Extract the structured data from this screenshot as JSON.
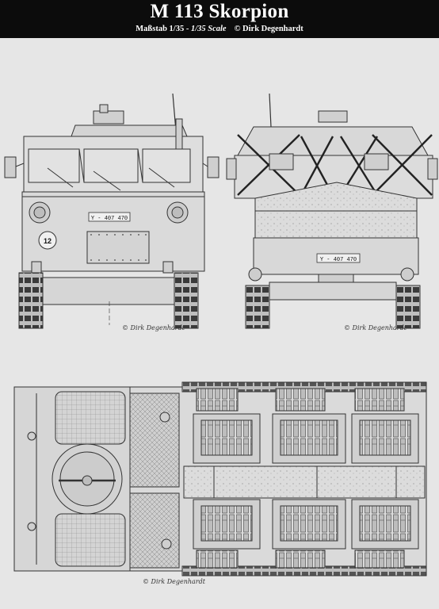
{
  "header": {
    "title": "M 113 Skorpion",
    "scale_label": "Maßstab 1/35 - ",
    "scale_label_en": "1/35 Scale",
    "copyright": "© Dirk Degenhardt"
  },
  "views": {
    "front": {
      "plate": "Y - 407 470",
      "number": "12",
      "credit": "© Dirk Degenhardt"
    },
    "rear": {
      "plate": "Y - 407 470",
      "credit": "© Dirk Degenhardt"
    },
    "top": {
      "credit": "© Dirk Degenhardt"
    }
  },
  "colors": {
    "header_bg": "#0c0c0c",
    "paper": "#e6e6e6",
    "line": "#333333"
  }
}
